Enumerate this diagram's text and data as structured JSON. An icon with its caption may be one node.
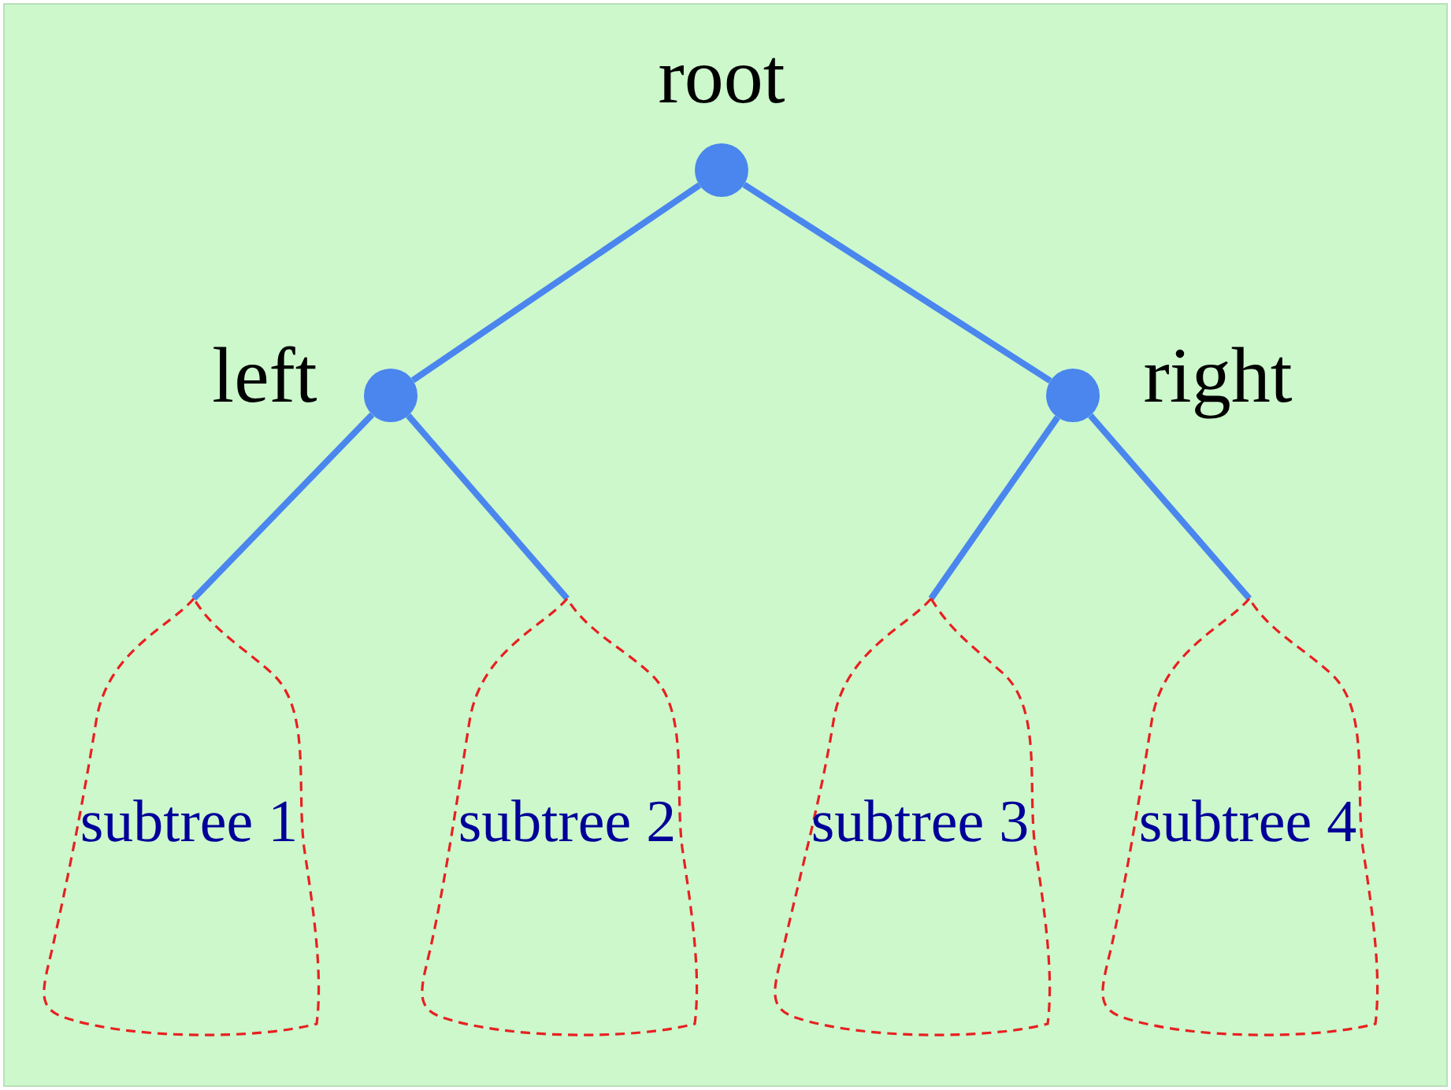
{
  "diagram": {
    "nodes": [
      {
        "text": [
          "root"
        ]
      },
      {
        "text": [
          "left"
        ]
      },
      {
        "text": [
          "right"
        ]
      },
      {
        "text": [
          "subtree 1"
        ]
      },
      {
        "text": [
          "subtree 2"
        ]
      },
      {
        "text": [
          "subtree 3"
        ]
      },
      {
        "text": [
          "subtree 4"
        ]
      }
    ],
    "edges": [
      {
        "from": 0,
        "to": 1,
        "arrow": "none"
      },
      {
        "from": 0,
        "to": 2,
        "arrow": "none"
      },
      {
        "from": 1,
        "to": 3,
        "arrow": "none"
      },
      {
        "from": 1,
        "to": 4,
        "arrow": "none"
      },
      {
        "from": 2,
        "to": 5,
        "arrow": "none"
      },
      {
        "from": 2,
        "to": 6,
        "arrow": "none"
      }
    ]
  }
}
